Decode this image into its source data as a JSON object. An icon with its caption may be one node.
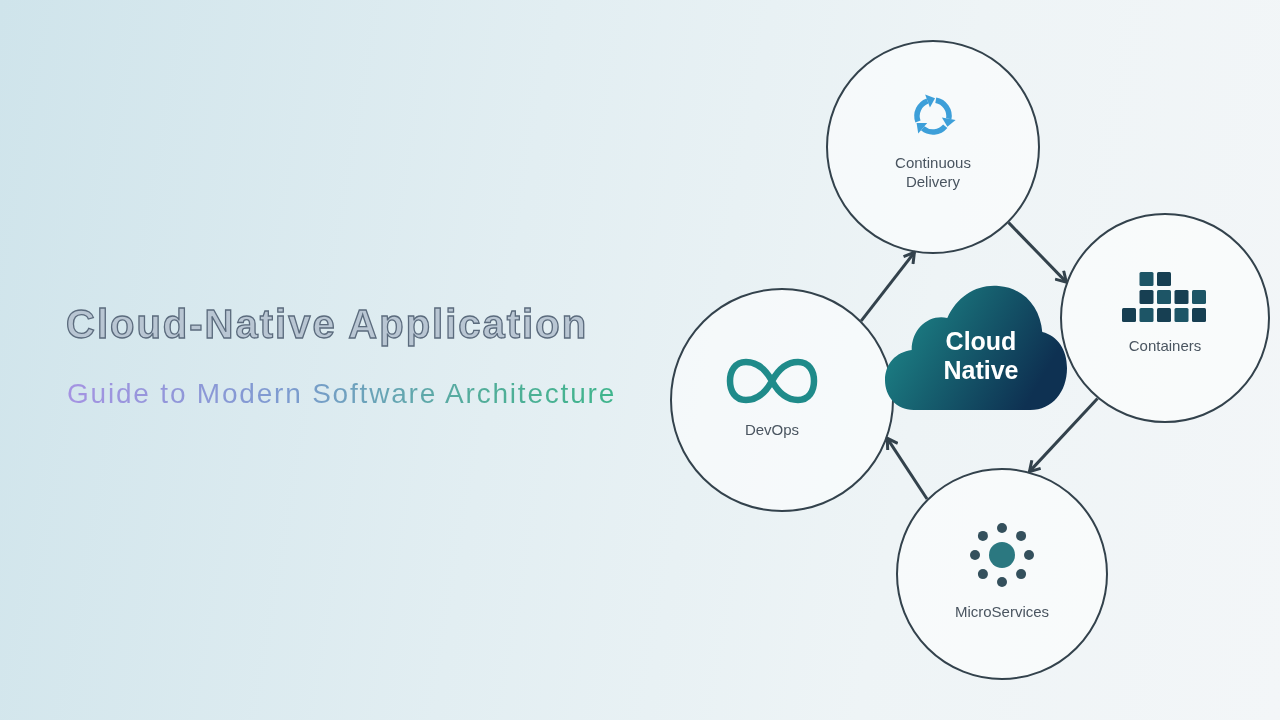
{
  "diagram": {
    "title": "Cloud-Native Application",
    "nodes": [
      {
        "text": [
          "Continuous Delivery"
        ]
      },
      {
        "text": [
          "DevOps"
        ]
      },
      {
        "text": [
          "Cloud Native"
        ]
      },
      {
        "text": [
          "Containers"
        ]
      },
      {
        "text": [
          "MicroServices"
        ]
      }
    ],
    "edges": [
      {
        "from": 1,
        "to": 0,
        "arrow": "to"
      },
      {
        "from": 0,
        "to": 3,
        "arrow": "to"
      },
      {
        "from": 3,
        "to": 4,
        "arrow": "to"
      },
      {
        "from": 4,
        "to": 1,
        "arrow": "to"
      }
    ],
    "labels": [
      "Guide to Modern Software Architecture"
    ]
  }
}
